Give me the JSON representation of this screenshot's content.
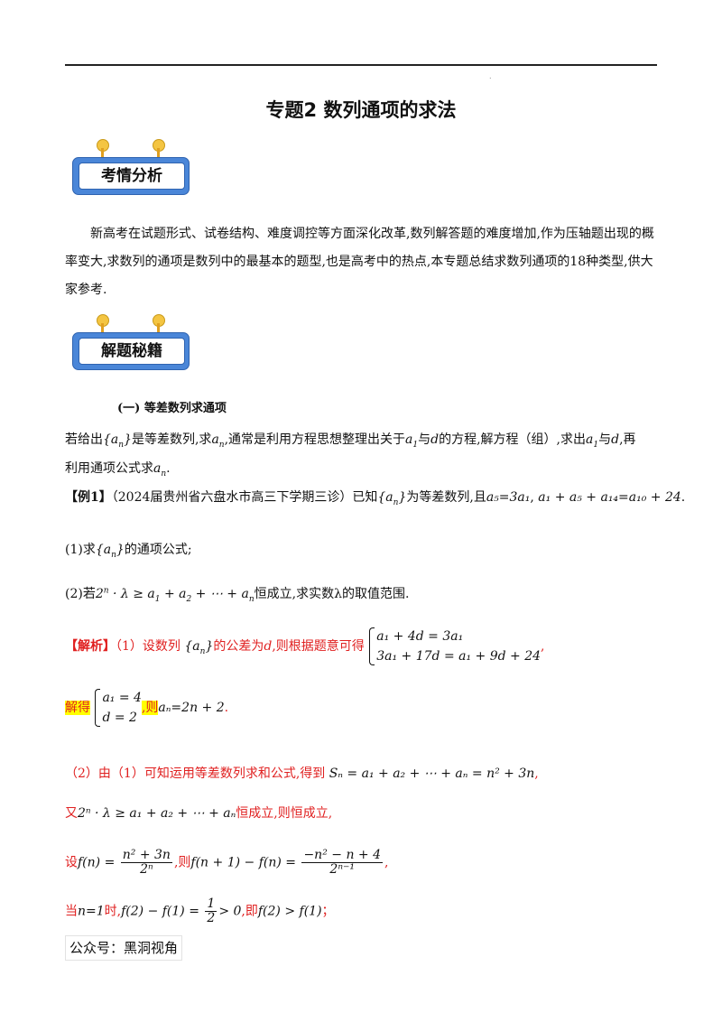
{
  "header": {
    "dot": "."
  },
  "title": "专题2  数列通项的求法",
  "badges": [
    {
      "label": "考情分析"
    },
    {
      "label": "解题秘籍"
    }
  ],
  "intro": "新高考在试题形式、试卷结构、难度调控等方面深化改革,数列解答题的难度增加,作为压轴题出现的概率变大,求数列的通项是数列中的最基本的题型,也是高考中的热点,本专题总结求数列通项的18种类型,供大家参考.",
  "section1": {
    "heading": "(一) 等差数列求通项",
    "l1_a": "若给出",
    "l1_b": "是等差数列,求",
    "l1_c": ",通常是利用方程思想整理出关于",
    "l1_d": "与",
    "l1_e": "的方程,解方程（组）,求出",
    "l1_f": "与",
    "l1_g": ",再",
    "l2_a": "利用通项公式求",
    "l2_b": "."
  },
  "example": {
    "label": "【例1】",
    "source": "（2024届贵州省六盘水市高三下学期三诊）已知",
    "mid": "为等差数列,且",
    "cond1": "a₅=3a₁",
    "cond2": "a₁ + a₅ + a₁₄=a₁₀ + 24",
    "end": ".",
    "q1_a": "(1)求",
    "q1_b": "的通项公式;",
    "q2_a": "(2)若",
    "q2_b": "恒成立,求实数λ的取值范围."
  },
  "solution": {
    "label": "【解析】",
    "s1": "（1）设数列",
    "s1b": "的公差为",
    "s1d": "d",
    "s1c": ",则根据题意可得",
    "sys1_l1": "a₁ + 4d = 3a₁",
    "sys1_l2": "3a₁ + 17d = a₁ + 9d + 24",
    "sys_end": ",",
    "jie": "解得",
    "sys2_l1": "a₁ = 4",
    "sys2_l2": "d = 2",
    "ze": ",则",
    "an": "aₙ=2n + 2",
    "dot": ".",
    "p2_a": "（2）由（1）可知运用等差数列求和公式,得到",
    "sn": "Sₙ = a₁ + a₂ + ⋯ + aₙ = n² + 3n",
    "comma": ",",
    "you": "又",
    "ineq": "2ⁿ · λ ≥ a₁ + a₂ + ⋯ + aₙ",
    "hengcheng": "恒成立,则恒成立,",
    "she": "设",
    "fn_lhs": "f(n) =",
    "fn_num": "n² + 3n",
    "fn_den": "2ⁿ",
    "ze2": ",则",
    "diff_lhs": "f(n + 1) − f(n) =",
    "diff_num": "−n² − n + 4",
    "diff_den": "2ⁿ⁻¹",
    "comma2": ",",
    "dang": "当",
    "n1": "n=1",
    "shi": "时,",
    "f2f1": "f(2) − f(1) =",
    "half_num": "1",
    "half_den": "2",
    "gt0": "> 0",
    "ji": ",即",
    "f2gtf1": "f(2) > f(1)",
    "semi": "；"
  },
  "footer": "公众号：黑洞视角"
}
